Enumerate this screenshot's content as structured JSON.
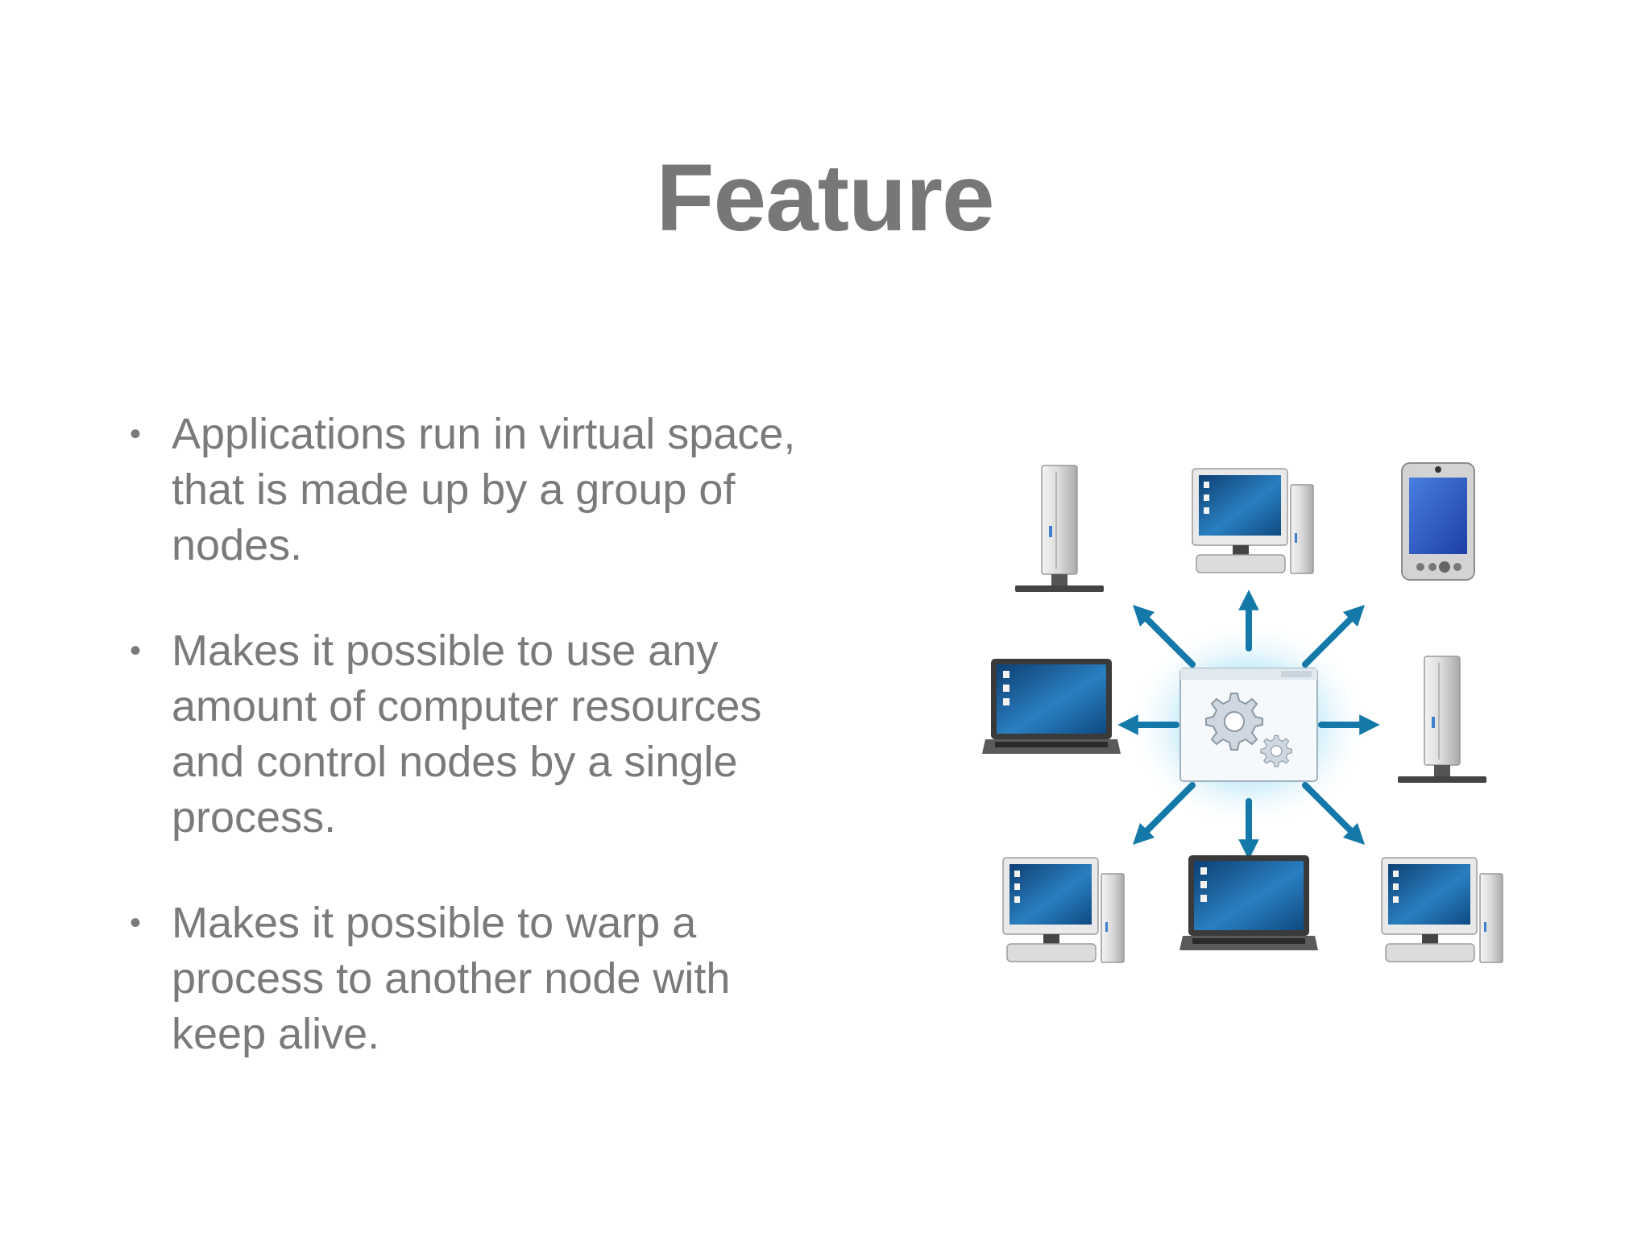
{
  "slide": {
    "title": "Feature",
    "bullets": [
      "Applications run in virtual space, that is made up by a group of nodes.",
      "Makes it possible to use any amount of computer resources and control nodes by a single process.",
      "Makes it possible to warp a process to another node with keep alive."
    ],
    "bullet_marker": "•"
  },
  "diagram": {
    "center": "gear-window-icon",
    "nodes": [
      "server-tower-icon",
      "desktop-computer-icon",
      "pda-device-icon",
      "laptop-icon",
      "server-tower-icon",
      "desktop-computer-icon",
      "laptop-icon",
      "desktop-computer-icon"
    ],
    "colors": {
      "arrow": "#1479a8",
      "screen": "#1d5f9e",
      "glow": "#7fd0f0",
      "text": "#7a7a7a",
      "title": "#777777"
    }
  }
}
